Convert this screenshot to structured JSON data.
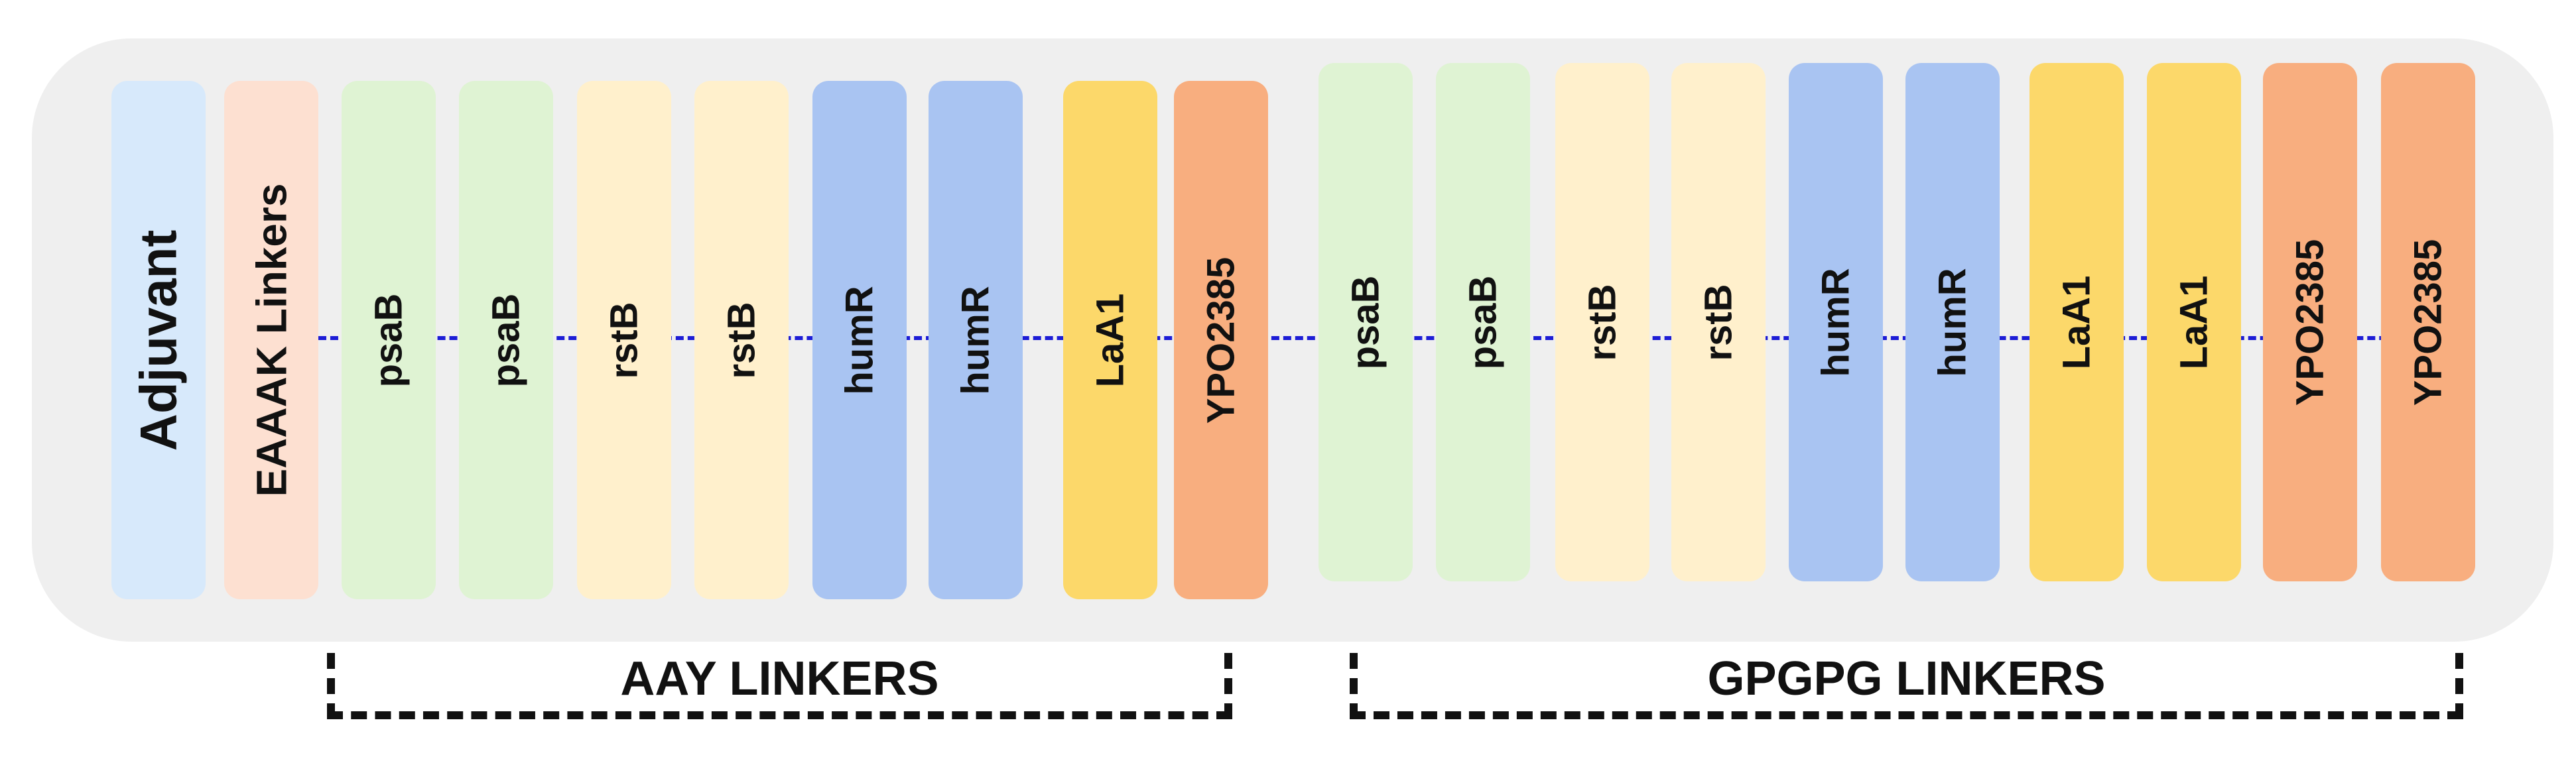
{
  "colors": {
    "panel_background": "#efefef",
    "midline": "#1c1cd6",
    "adjuvant": "#d7e9fb",
    "eaaak": "#fde0d1",
    "psaB": "#dff3d3",
    "rstB": "#fff0cc",
    "humR": "#a9c4f2",
    "LaA1": "#fcd86a",
    "YPO2385": "#f8ae7f"
  },
  "adjuvant": {
    "label": "Adjuvant"
  },
  "eaaak": {
    "label": "EAAAK Linkers"
  },
  "aay_group": {
    "label": "AAY LINKERS",
    "blocks": [
      {
        "label": "psaB",
        "color": "#dff3d3"
      },
      {
        "label": "psaB",
        "color": "#dff3d3"
      },
      {
        "label": "rstB",
        "color": "#fff0cc"
      },
      {
        "label": "rstB",
        "color": "#fff0cc"
      },
      {
        "label": "humR",
        "color": "#a9c4f2"
      },
      {
        "label": "humR",
        "color": "#a9c4f2"
      },
      {
        "label": "LaA1",
        "color": "#fcd86a"
      },
      {
        "label": "YPO2385",
        "color": "#f8ae7f"
      }
    ]
  },
  "gpgpg_group": {
    "label": "GPGPG LINKERS",
    "blocks": [
      {
        "label": "psaB",
        "color": "#dff3d3"
      },
      {
        "label": "psaB",
        "color": "#dff3d3"
      },
      {
        "label": "rstB",
        "color": "#fff0cc"
      },
      {
        "label": "rstB",
        "color": "#fff0cc"
      },
      {
        "label": "humR",
        "color": "#a9c4f2"
      },
      {
        "label": "humR",
        "color": "#a9c4f2"
      },
      {
        "label": "LaA1",
        "color": "#fcd86a"
      },
      {
        "label": "LaA1",
        "color": "#fcd86a"
      },
      {
        "label": "YPO2385",
        "color": "#f8ae7f"
      },
      {
        "label": "YPO2385",
        "color": "#f8ae7f"
      }
    ]
  }
}
